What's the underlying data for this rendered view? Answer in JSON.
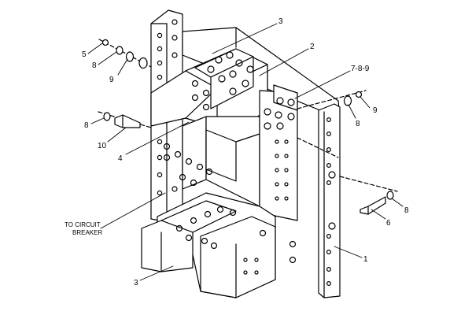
{
  "callouts": {
    "c1": "1",
    "c2": "2",
    "c3_top": "3",
    "c3_bottom": "3",
    "c4": "4",
    "c5": "5",
    "c6": "6",
    "c789": "7-8-9",
    "c8_left_top": "8",
    "c8_left_mid": "8",
    "c8_right_mid": "8",
    "c8_right_low": "8",
    "c9_left": "9",
    "c9_right": "9",
    "c10": "10"
  },
  "notes": {
    "to_circuit_line1": "TO CIRCUIT",
    "to_circuit_line2": "BREAKER"
  }
}
